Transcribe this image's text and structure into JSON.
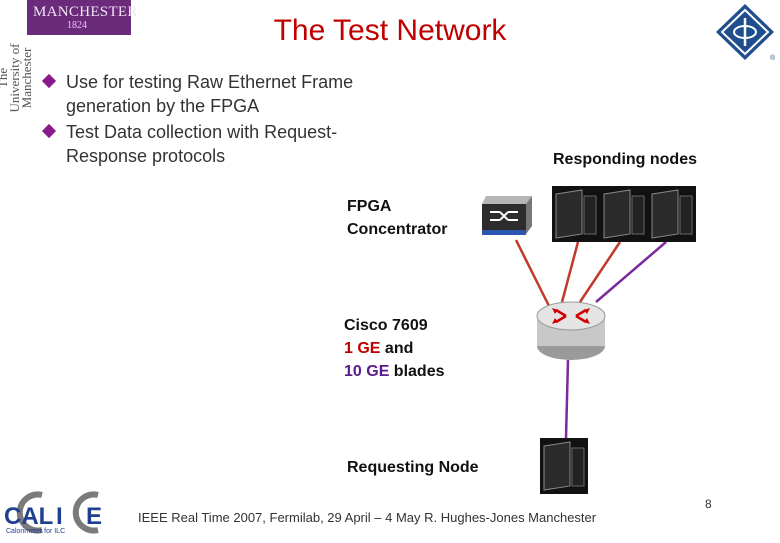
{
  "header": {
    "university_logo_text": "MANCHESTER",
    "university_logo_year": "1824",
    "university_vertical_text": "The University of Manchester",
    "title": "The Test Network"
  },
  "bullets": [
    "Use for testing Raw Ethernet Frame generation by the FPGA",
    "Test Data collection with Request-Response protocols"
  ],
  "diagram": {
    "responding_label": "Responding nodes",
    "fpga_label_line1": "FPGA",
    "fpga_label_line2": "Concentrator",
    "cisco_line1": "Cisco 7609",
    "cisco_1ge": "1 GE",
    "cisco_and": " and",
    "cisco_10ge": "10 GE",
    "cisco_blades": " blades",
    "requesting_label": "Requesting Node",
    "colors": {
      "red_link": "#c0392b",
      "purple_link": "#7a2a9a",
      "accent": "#c00000"
    }
  },
  "footer": {
    "text": "IEEE Real Time 2007, Fermilab, 29 April – 4 May R. Hughes-Jones Manchester",
    "page_number": "8",
    "calice_logo_text": "CALICE",
    "calice_sub": "Calorimeter for ILC"
  },
  "icons": [
    "ieee-logo-icon",
    "switch-icon",
    "router-icon",
    "server-icon"
  ]
}
